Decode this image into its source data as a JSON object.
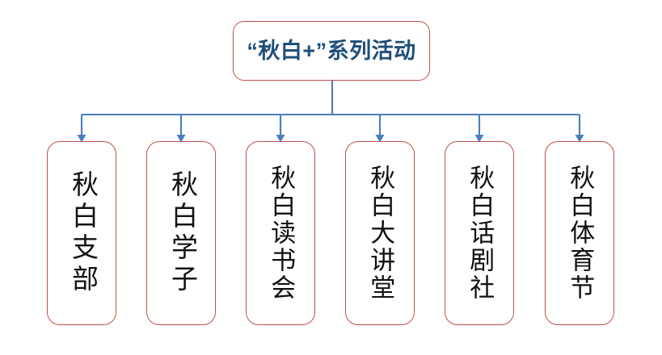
{
  "diagram": {
    "type": "organization-tree",
    "title_text": "“秋白+”系列活动",
    "colors": {
      "node_border": "#C0504D",
      "root_text": "#1F4E79",
      "child_text": "#111111",
      "connector": "#4A7EBB",
      "background": "#FFFFFF"
    },
    "root": {
      "label": "“秋白+”系列活动"
    },
    "children": [
      {
        "label": "秋白支部",
        "chars": 4
      },
      {
        "label": "秋白学子",
        "chars": 4
      },
      {
        "label": "秋白读书会",
        "chars": 5
      },
      {
        "label": "秋白大讲堂",
        "chars": 5
      },
      {
        "label": "秋白话剧社",
        "chars": 5
      },
      {
        "label": "秋白体育节",
        "chars": 5
      }
    ]
  }
}
